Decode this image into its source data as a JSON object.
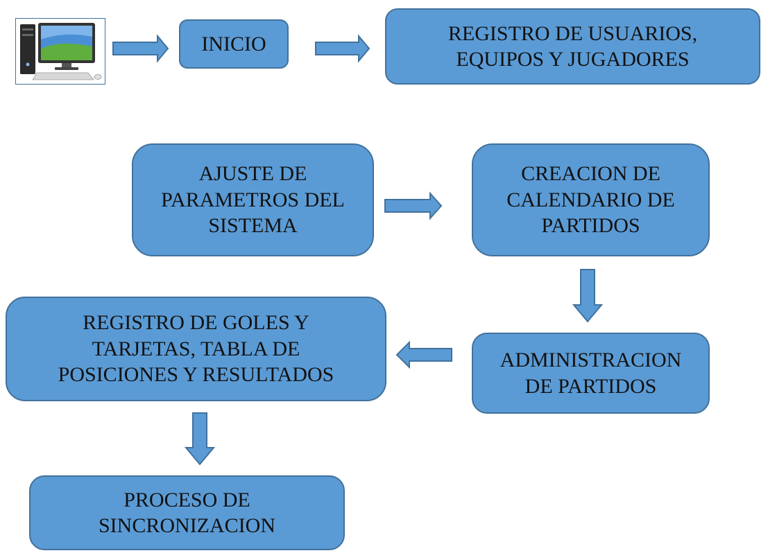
{
  "diagram": {
    "nodes": {
      "inicio": "INICIO",
      "registro_usuarios": "REGISTRO DE USUARIOS,\nEQUIPOS Y JUGADORES",
      "ajuste": "AJUSTE DE\nPARAMETROS DEL\nSISTEMA",
      "calendario": "CREACION DE\nCALENDARIO DE\nPARTIDOS",
      "administracion": "ADMINISTRACION\nDE PARTIDOS",
      "registro_goles": "REGISTRO DE GOLES Y\nTARJETAS, TABLA DE\nPOSICIONES Y RESULTADOS",
      "sincronizacion": "PROCESO DE\nSINCRONIZACION"
    },
    "icon": "computer-icon",
    "colors": {
      "box_fill": "#5b9bd5",
      "box_border": "#41719c",
      "text": "#111111"
    }
  }
}
